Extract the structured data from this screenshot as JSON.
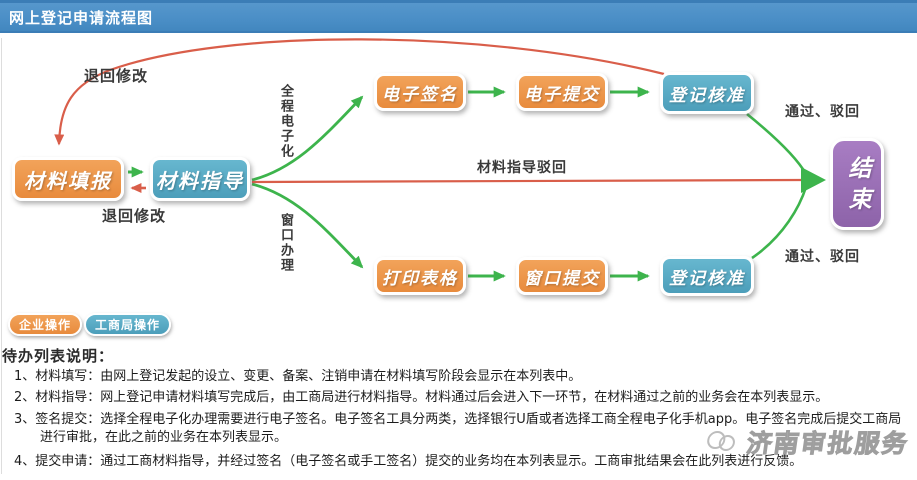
{
  "header": {
    "title": "网上登记申请流程图"
  },
  "flowchart": {
    "nodes": {
      "material_fill": {
        "label": "材料填报"
      },
      "material_guide": {
        "label": "材料指导"
      },
      "e_sign": {
        "label": "电子签名"
      },
      "e_submit": {
        "label": "电子提交"
      },
      "reg_approve_top": {
        "label": "登记核准"
      },
      "print_form": {
        "label": "打印表格"
      },
      "window_submit": {
        "label": "窗口提交"
      },
      "reg_approve_bottom": {
        "label": "登记核准"
      },
      "end": {
        "label": "结束"
      }
    },
    "labels": {
      "return_modify_top": "退回修改",
      "return_modify_bottom": "退回修改",
      "full_electronic": "全程电子化",
      "window_mode": "窗口办理",
      "guide_reject": "材料指导驳回",
      "pass_or_reject_top": "通过、驳回",
      "pass_or_reject_bottom": "通过、驳回"
    }
  },
  "legend": {
    "enterprise": "企业操作",
    "bureau": "工商局操作"
  },
  "notes": {
    "heading": "待办列表说明：",
    "items": [
      "1、材料填写：由网上登记发起的设立、变更、备案、注销申请在材料填写阶段会显示在本列表中。",
      "2、材料指导：网上登记申请材料填写完成后，由工商局进行材料指导。材料通过后会进入下一环节，在材料通过之前的业务会在本列表显示。",
      "3、签名提交：选择全程电子化办理需要进行电子签名。电子签名工具分两类，选择银行U盾或者选择工商全程电子化手机app。电子签名完成后提交工商局进行审批，在此之前的业务在本列表显示。",
      "4、提交申请：通过工商材料指导，并经过签名（电子签名或手工签名）提交的业务均在本列表显示。工商审批结果会在此列表进行反馈。"
    ]
  },
  "watermark": {
    "text": "济南审批服务"
  },
  "colors": {
    "titlebar_blue": "#4A8EC6",
    "node_orange": "#EC9347",
    "node_teal": "#55A8C2",
    "node_purple": "#9B6FB5",
    "arrow_green": "#3DB44C",
    "arrow_red": "#D95E4A"
  }
}
